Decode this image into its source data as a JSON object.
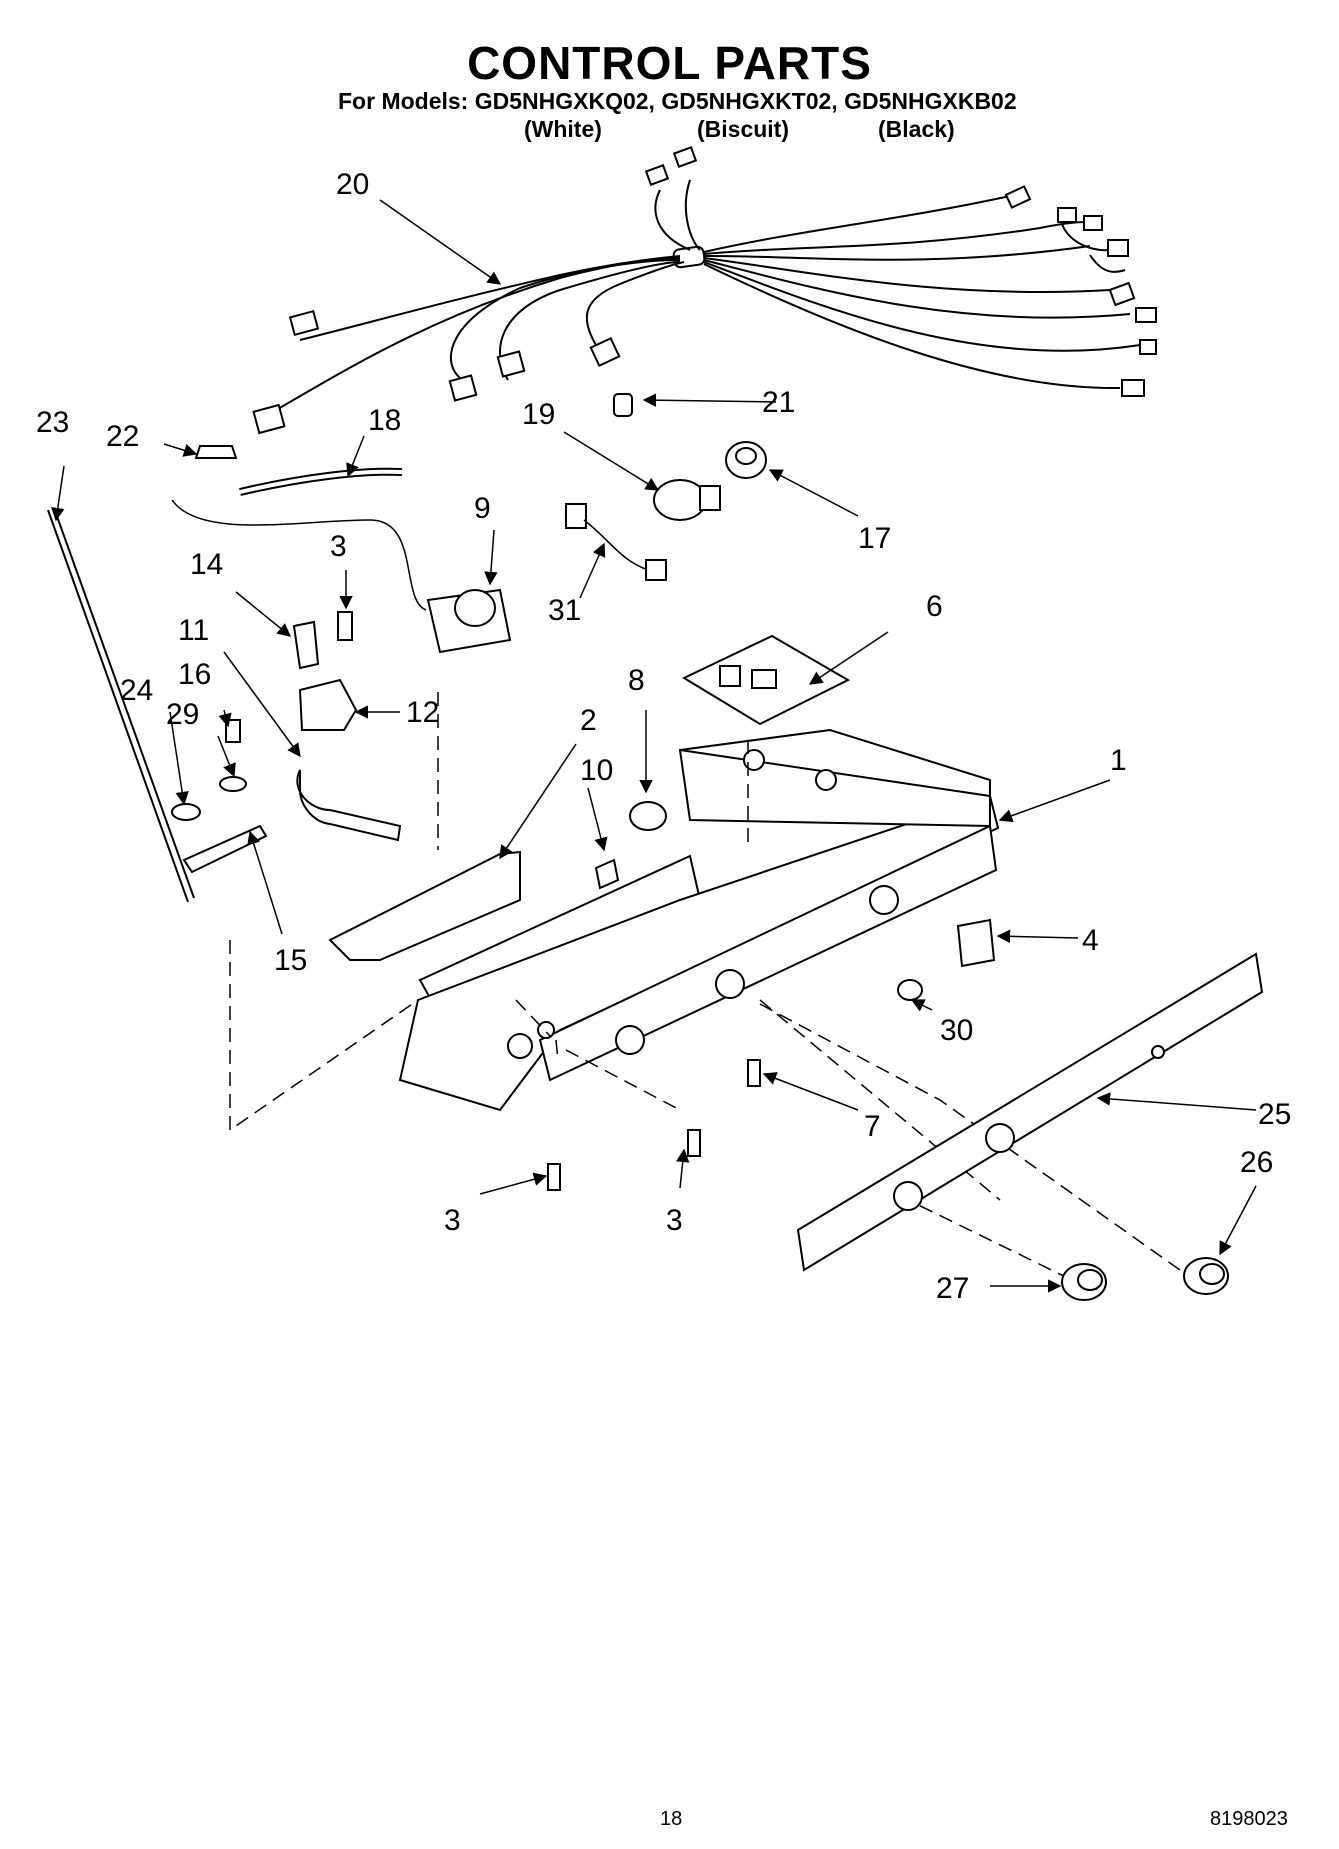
{
  "header": {
    "title": "CONTROL PARTS",
    "models": "For Models: GD5NHGXKQ02, GD5NHGXKT02, GD5NHGXKB02",
    "colors": [
      "(White)",
      "(Biscuit)",
      "(Black)"
    ]
  },
  "callouts": {
    "c1": "1",
    "c2": "2",
    "c3a": "3",
    "c3b": "3",
    "c3c": "3",
    "c4": "4",
    "c6": "6",
    "c7": "7",
    "c8": "8",
    "c9": "9",
    "c10": "10",
    "c11": "11",
    "c12": "12",
    "c14": "14",
    "c15": "15",
    "c16": "16",
    "c17": "17",
    "c18": "18",
    "c19": "19",
    "c20": "20",
    "c21": "21",
    "c22": "22",
    "c23": "23",
    "c24": "24",
    "c25": "25",
    "c26": "26",
    "c27": "27",
    "c29": "29",
    "c30": "30",
    "c31": "31"
  },
  "footer": {
    "page": "18",
    "doc": "8198023"
  }
}
